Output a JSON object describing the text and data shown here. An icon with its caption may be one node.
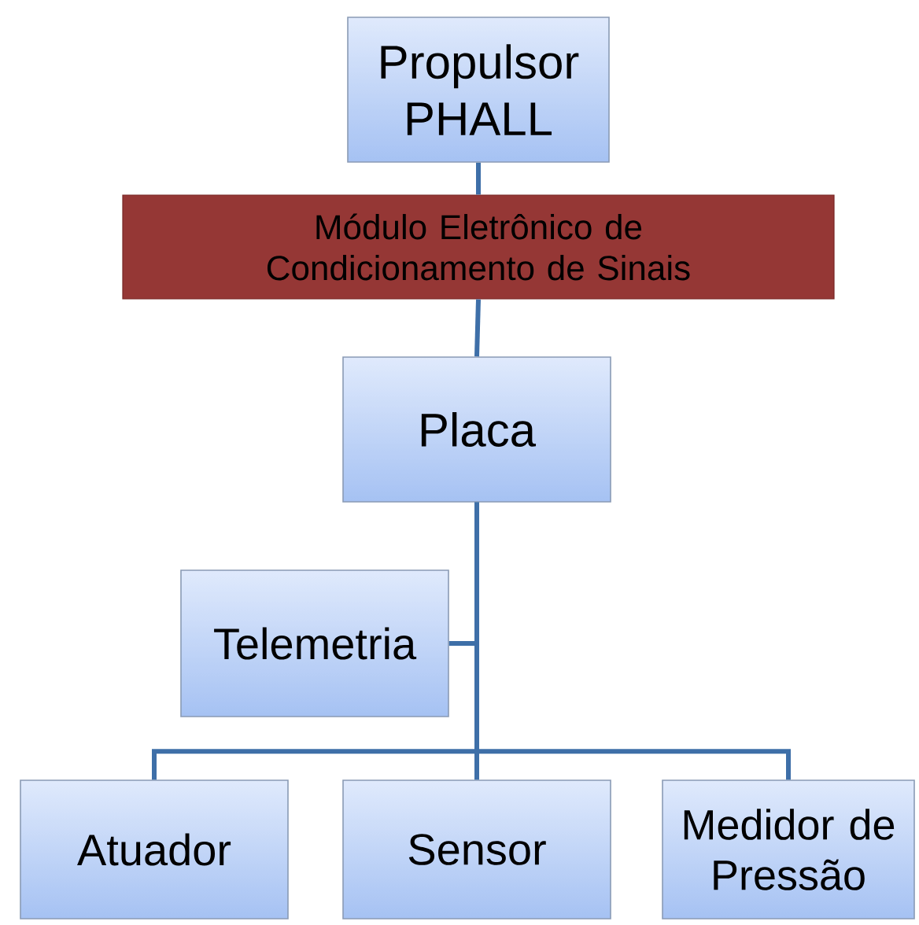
{
  "diagram": {
    "nodes": [
      {
        "text": [
          "Propulsor PHALL"
        ]
      },
      {
        "text": [
          "Módulo Eletrônico de Condicionamento de Sinais"
        ]
      },
      {
        "text": [
          "Placa"
        ]
      },
      {
        "text": [
          "Telemetria"
        ]
      },
      {
        "text": [
          "Atuador"
        ]
      },
      {
        "text": [
          "Sensor"
        ]
      },
      {
        "text": [
          "Medidor de Pressão"
        ]
      }
    ],
    "edges": [
      {
        "from": 0,
        "to": 1,
        "arrow": "none"
      },
      {
        "from": 1,
        "to": 2,
        "arrow": "none"
      },
      {
        "from": 2,
        "to": 3,
        "arrow": "none"
      },
      {
        "from": 2,
        "to": 4,
        "arrow": "none"
      },
      {
        "from": 2,
        "to": 5,
        "arrow": "none"
      },
      {
        "from": 2,
        "to": 6,
        "arrow": "none"
      }
    ]
  }
}
